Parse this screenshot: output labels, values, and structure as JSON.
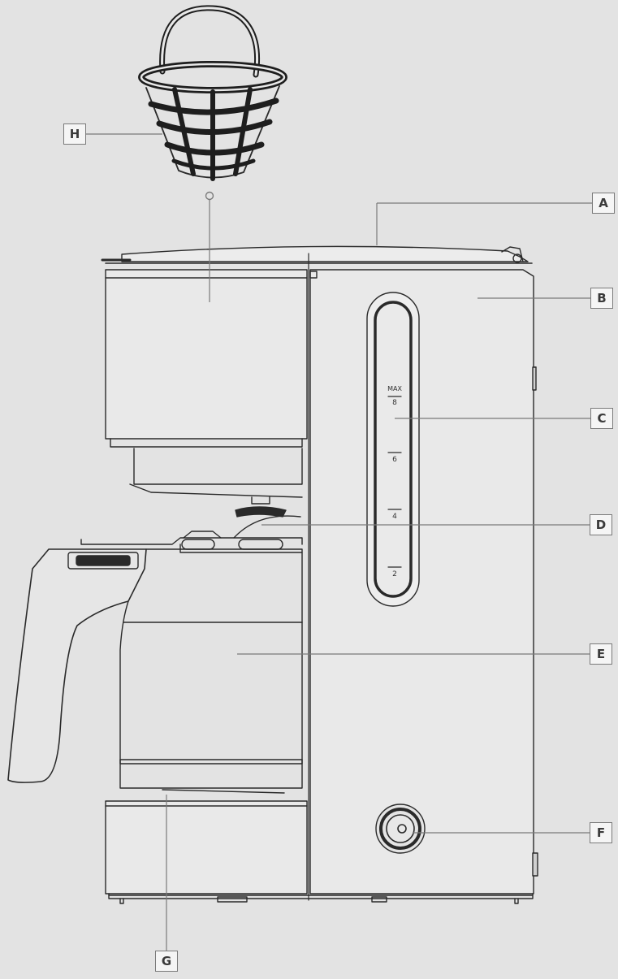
{
  "callouts": {
    "a": "A",
    "b": "B",
    "c": "C",
    "d": "D",
    "e": "E",
    "f": "F",
    "g": "G",
    "h": "H"
  },
  "gauge": {
    "max": "MAX",
    "eight": "8",
    "six": "6",
    "four": "4",
    "two": "2"
  }
}
